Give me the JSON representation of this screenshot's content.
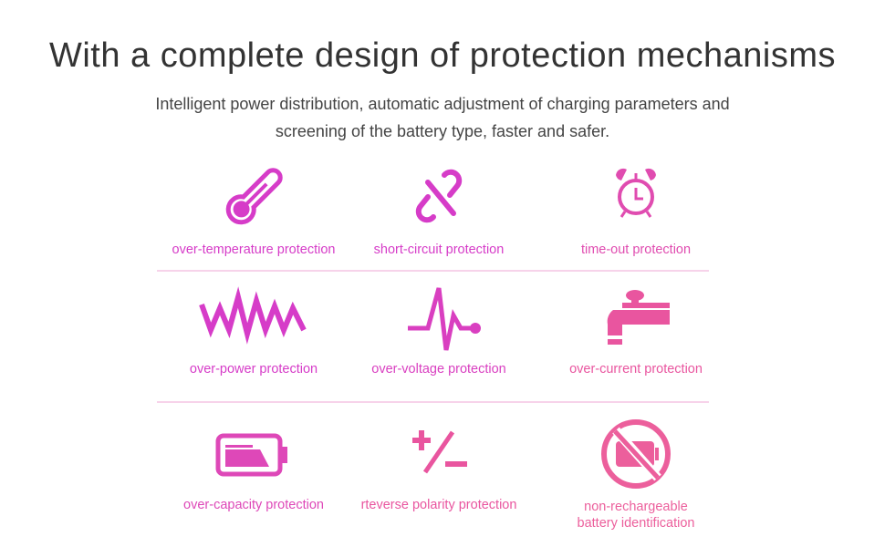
{
  "title": "With a complete design of protection mechanisms",
  "subtitle": [
    "Intelligent power distribution, automatic adjustment of charging parameters and",
    "screening of the battery type, faster and safer."
  ],
  "colors": {
    "magenta": "#d63cc8",
    "pink": "#e9559f",
    "divider": "#f7d3ea"
  },
  "features": [
    {
      "label": "over-temperature protection",
      "icon": "thermometer-icon"
    },
    {
      "label": "short-circuit protection",
      "icon": "broken-link-icon"
    },
    {
      "label": "time-out protection",
      "icon": "alarm-clock-icon"
    },
    {
      "label": "over-power protection",
      "icon": "power-wave-icon"
    },
    {
      "label": "over-voltage protection",
      "icon": "voltage-pulse-icon"
    },
    {
      "label": "over-current protection",
      "icon": "faucet-icon"
    },
    {
      "label": "over-capacity protection",
      "icon": "battery-icon"
    },
    {
      "label": "rteverse polarity protection",
      "icon": "plus-minus-icon"
    },
    {
      "label": "non-rechargeable battery identification",
      "icon": "no-battery-icon"
    }
  ]
}
